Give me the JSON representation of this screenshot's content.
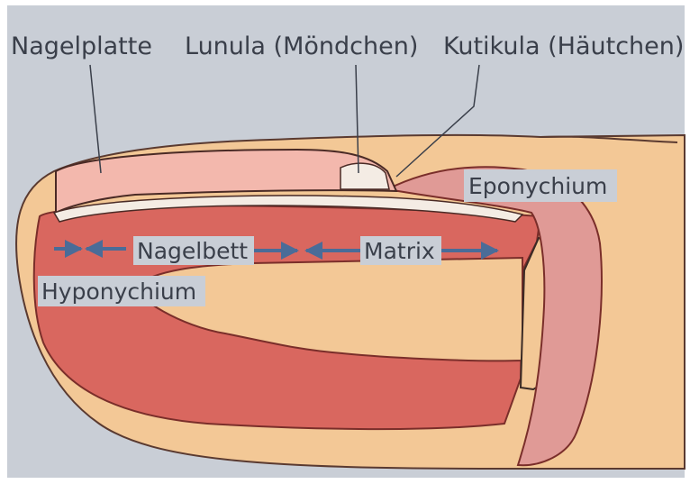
{
  "labels": {
    "nagelplatte": "Nagelplatte",
    "lunula": "Lunula (Möndchen)",
    "kutikula": "Kutikula (Häutchen)",
    "eponychium": "Eponychium",
    "nagelbett": "Nagelbett",
    "matrix": "Matrix",
    "hyponychium": "Hyponychium"
  },
  "colors": {
    "background": "#c9ced6",
    "skin": "#f3c896",
    "tissue": "#d9675f",
    "tissue_dark": "#b54a45",
    "nail_plate": "#f3b8ad",
    "lunula": "#f4ece4",
    "label_box": "#c9ced6",
    "arrow": "#4a6c98"
  }
}
